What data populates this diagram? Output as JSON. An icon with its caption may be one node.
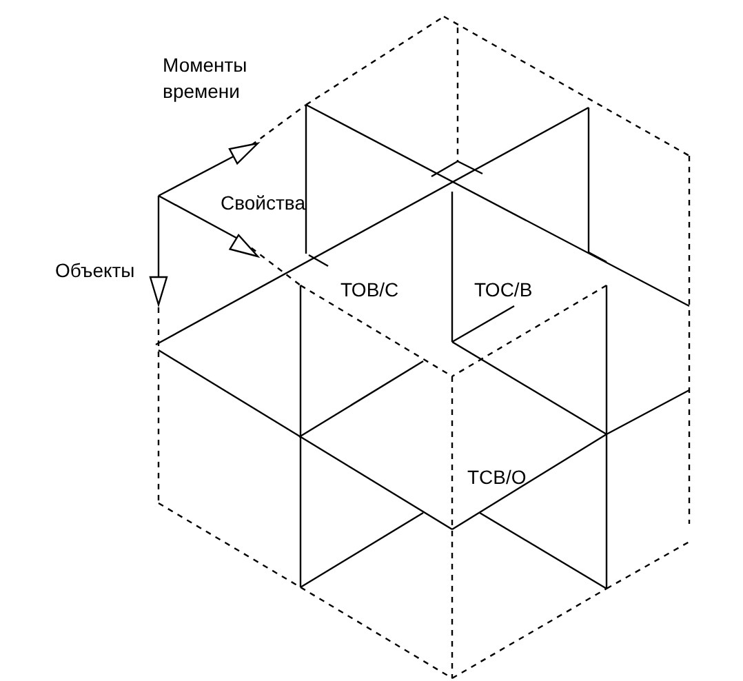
{
  "diagram": {
    "labels": [
      "Моменты времени",
      "Свойства",
      "Объекты",
      "ТОВ/С",
      "ТОС/В",
      "ТСВ/О"
    ]
  }
}
